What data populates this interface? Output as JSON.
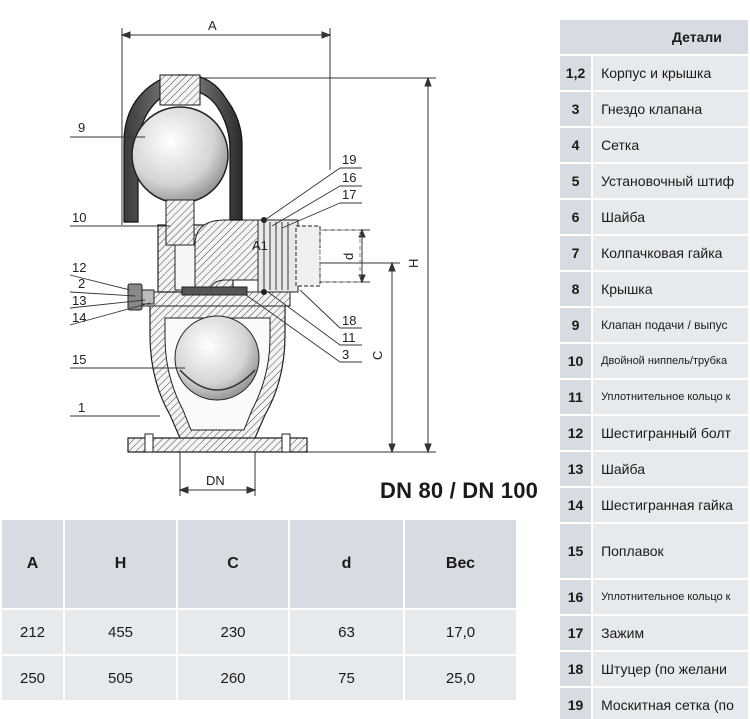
{
  "drawing": {
    "labels": {
      "A": "A",
      "H": "H",
      "C": "C",
      "d": "d",
      "DN": "DN",
      "A1": "A1",
      "n9": "9",
      "n10": "10",
      "n12": "12",
      "n2": "2",
      "n13": "13",
      "n14": "14",
      "n15": "15",
      "n1": "1",
      "n19": "19",
      "n16": "16",
      "n17": "17",
      "n18": "18",
      "n11": "11",
      "n3": "3"
    },
    "title": "DN 80 / DN 100"
  },
  "dimensions_table": {
    "headers": [
      "A",
      "H",
      "C",
      "d",
      "Вес"
    ],
    "rows": [
      [
        "212",
        "455",
        "230",
        "63",
        "17,0"
      ],
      [
        "250",
        "505",
        "260",
        "75",
        "25,0"
      ]
    ]
  },
  "parts_table": {
    "header": "Детали",
    "rows": [
      {
        "num": "1,2",
        "name": "Корпус и крышка"
      },
      {
        "num": "3",
        "name": "Гнездо клапана"
      },
      {
        "num": "4",
        "name": "Сетка"
      },
      {
        "num": "5",
        "name": "Установочный штиф"
      },
      {
        "num": "6",
        "name": "Шайба"
      },
      {
        "num": "7",
        "name": "Колпачковая гайка"
      },
      {
        "num": "8",
        "name": "Крышка"
      },
      {
        "num": "9",
        "name": "Клапан подачи / выпус"
      },
      {
        "num": "10",
        "name": "Двойной ниппель/трубка"
      },
      {
        "num": "11",
        "name": "Уплотнительное кольцо к"
      },
      {
        "num": "12",
        "name": "Шестигранный болт"
      },
      {
        "num": "13",
        "name": "Шайба"
      },
      {
        "num": "14",
        "name": "Шестигранная гайка"
      },
      {
        "num": "15",
        "name": "Поплавок"
      },
      {
        "num": "16",
        "name": "Уплотнительное кольцо к"
      },
      {
        "num": "17",
        "name": "Зажим"
      },
      {
        "num": "18",
        "name": "Штуцер (по желани"
      },
      {
        "num": "19",
        "name": "Москитная сетка (по"
      }
    ]
  }
}
